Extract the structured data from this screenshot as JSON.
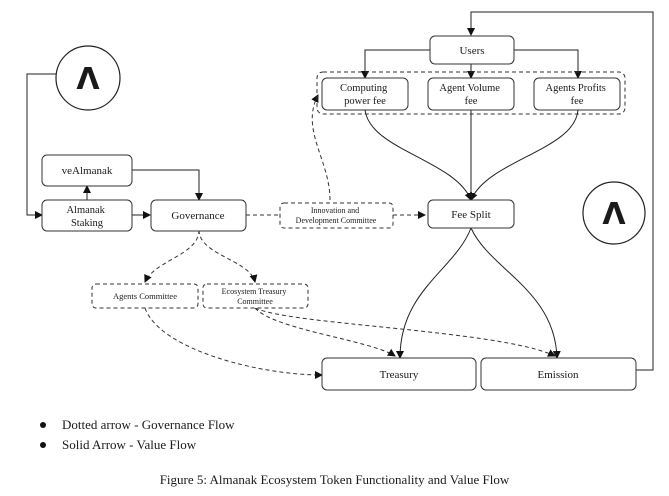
{
  "nodes": {
    "users": "Users",
    "computing_fee": [
      "Computing",
      "power fee"
    ],
    "agent_volume_fee": [
      "Agent Volume",
      "fee"
    ],
    "agents_profits_fee": [
      "Agents Profits",
      "fee"
    ],
    "vealmanak": "veAlmanak",
    "almanak_staking": [
      "Almanak",
      "Staking"
    ],
    "governance": "Governance",
    "innovation_committee": [
      "Innovation and",
      "Development Committee"
    ],
    "fee_split": "Fee Split",
    "agents_committee": "Agents Committee",
    "ecosystem_treasury_committee": [
      "Ecosystem Treasury",
      "Committee"
    ],
    "treasury": "Treasury",
    "emission": "Emission"
  },
  "logo_glyph": "Λ",
  "legend": {
    "dotted": "Dotted arrow - Governance Flow",
    "solid": "Solid Arrow - Value Flow"
  },
  "caption": "Figure 5:  Almanak Ecosystem Token Functionality and Value Flow"
}
